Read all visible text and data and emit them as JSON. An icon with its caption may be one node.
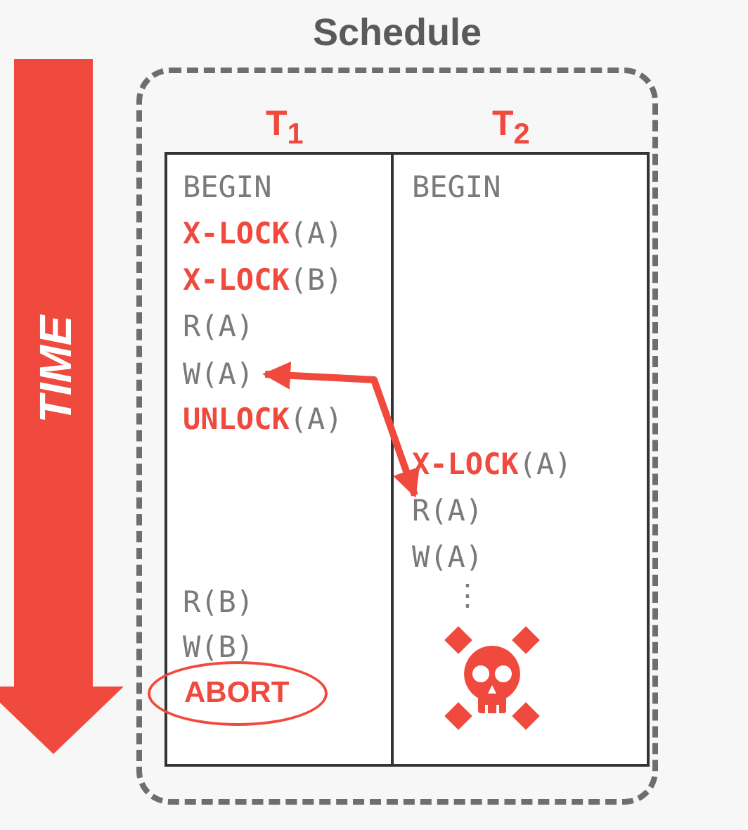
{
  "diagram": {
    "nodes": [
      {
        "text": [
          "Schedule"
        ]
      },
      {
        "text": [
          "T$_{1}$"
        ],
        "in": 0
      },
      {
        "text": [
          "T$_{2}$"
        ],
        "in": 0
      },
      {
        "text": [
          "W(A)"
        ],
        "in": 1
      },
      {
        "text": [
          "R(A)"
        ],
        "in": 2
      },
      {
        "text": [
          "ABORT"
        ],
        "in": 1
      }
    ],
    "edges": [
      {
        "from": 3,
        "to": 4,
        "arrow": "both"
      }
    ],
    "labels": [
      "TIME",
      "BEGIN",
      "BEGIN",
      "**X-LOCK**(A)",
      "**X-LOCK**(B)",
      "R(A)",
      "**UNLOCK**(A)",
      "**X-LOCK**(A)",
      "W(A)",
      "⋮",
      "R(B)",
      "W(B)"
    ]
  }
}
